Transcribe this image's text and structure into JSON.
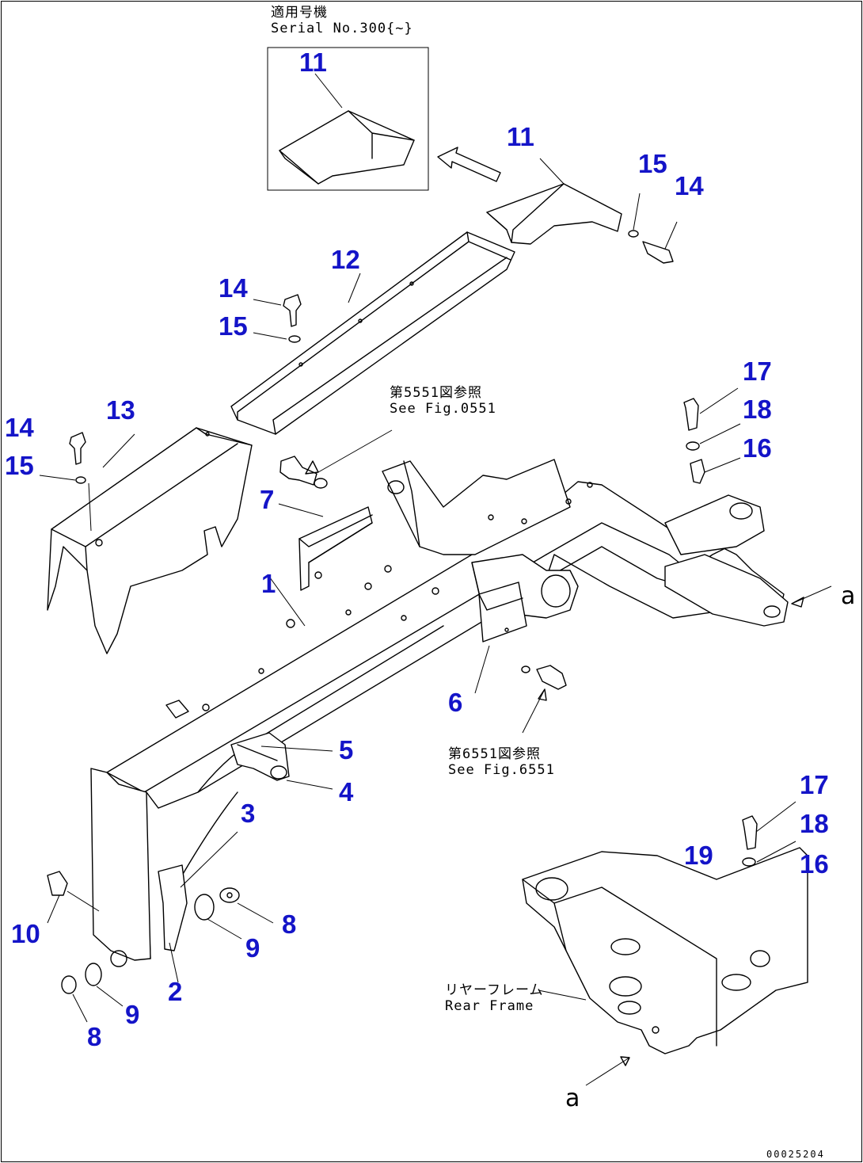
{
  "serial_note": {
    "line1": "適用号機",
    "line2": "Serial No.300{~}"
  },
  "ref_note_upper": {
    "line1": "第5551図参照",
    "line2": "See Fig.0551"
  },
  "ref_note_lower": {
    "line1": "第6551図参照",
    "line2": "See Fig.6551"
  },
  "rear_frame": {
    "line1": "リヤーフレーム",
    "line2": "Rear Frame"
  },
  "view_letter_a": "a",
  "drawing_code": "00025204",
  "callouts": {
    "inset_11": "11",
    "cover_11": "11",
    "c15_top": "15",
    "c14_top": "14",
    "c12": "12",
    "c14_mid": "14",
    "c15_mid": "15",
    "c13": "13",
    "c14_left": "14",
    "c15_left": "15",
    "c17_upper": "17",
    "c18_upper": "18",
    "c16_upper": "16",
    "c7": "7",
    "c1": "1",
    "c6": "6",
    "c5": "5",
    "c4": "4",
    "c3": "3",
    "c8_right": "8",
    "c9_right": "9",
    "c10": "10",
    "c2": "2",
    "c9_left": "9",
    "c8_left": "8",
    "c17_lower": "17",
    "c18_lower": "18",
    "c16_lower": "16",
    "c19": "19"
  }
}
